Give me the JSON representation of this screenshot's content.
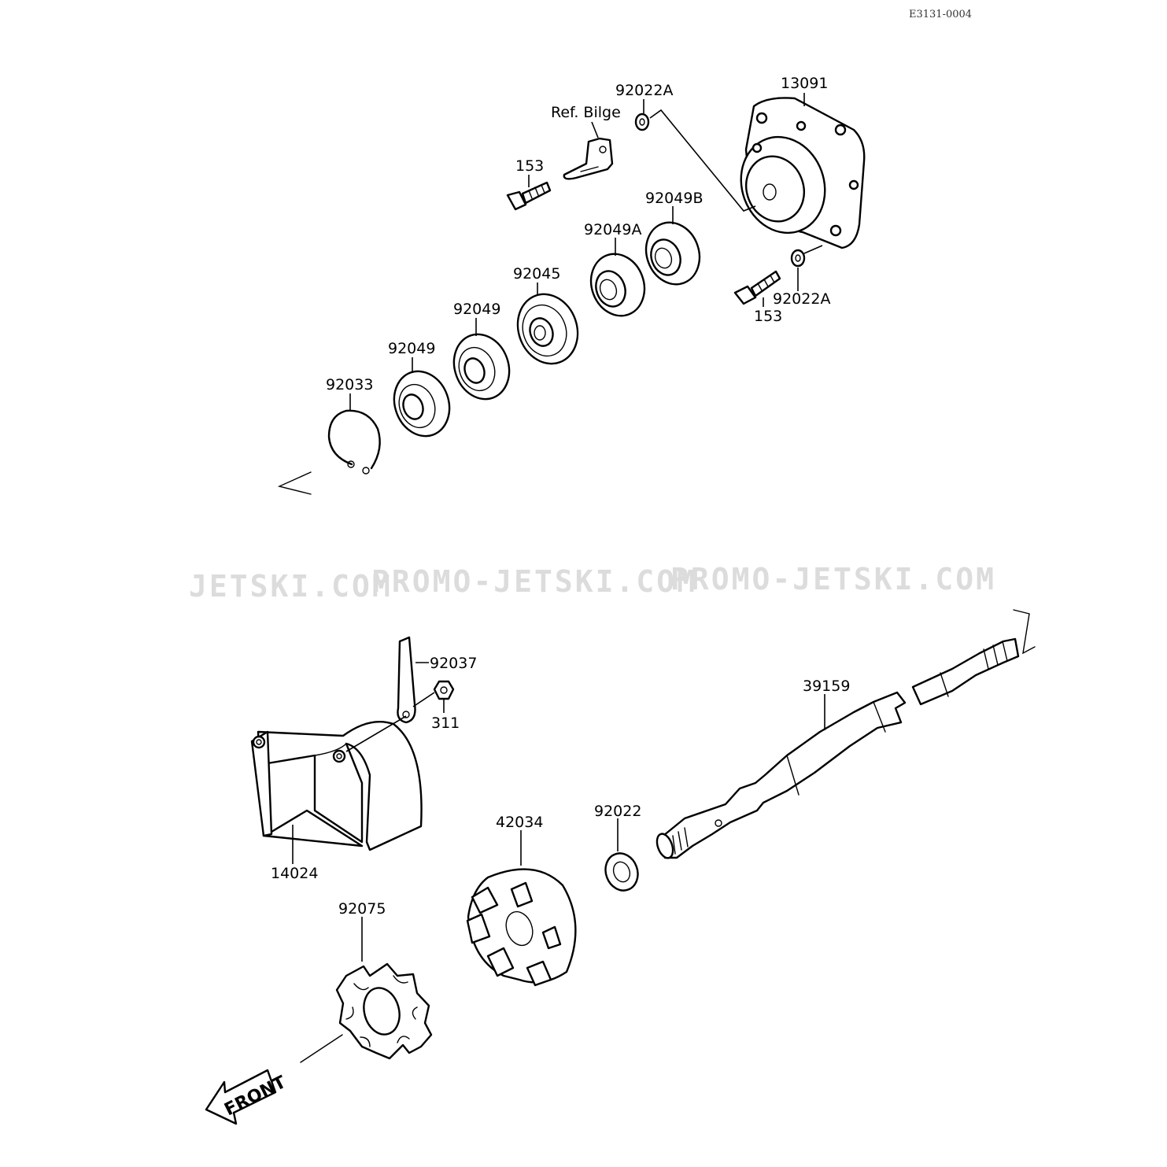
{
  "drawing_code": "E3131-0004",
  "watermark": [
    "JETSKI.COM",
    "PROMO-JETSKI.COM",
    "PROMO-JETSKI.COM"
  ],
  "direction_label": "FRONT",
  "labels": {
    "p13091": "13091",
    "p92022A_top": "92022A",
    "ref_bilge": "Ref. Bilge",
    "p153_top": "153",
    "p92049B": "92049B",
    "p92049A": "92049A",
    "p92045": "92045",
    "p92049_a": "92049",
    "p92049_b": "92049",
    "p92033": "92033",
    "p92022A_bottom": "92022A",
    "p153_bottom": "153",
    "p92037": "92037",
    "p311": "311",
    "p39159": "39159",
    "p14024": "14024",
    "p42034": "42034",
    "p92022": "92022",
    "p92075": "92075"
  }
}
